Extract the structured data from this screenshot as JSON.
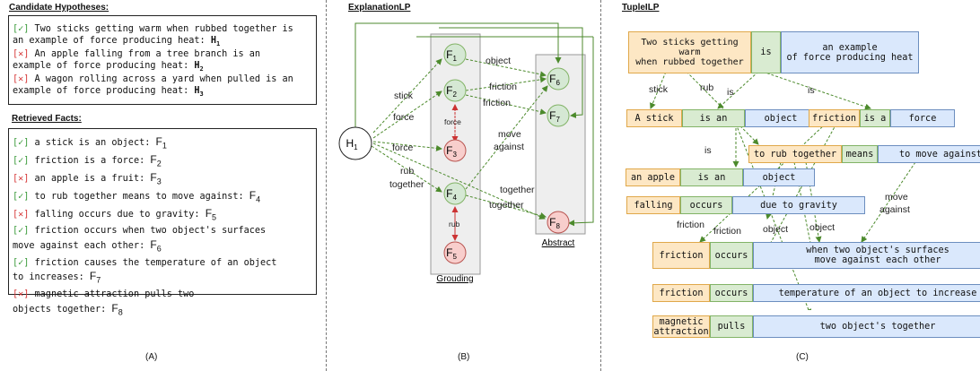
{
  "panel_a": {
    "hyp_title": "Candidate Hypotheses:",
    "facts_title": "Retrieved Facts:",
    "label": "(A)",
    "hypotheses": [
      {
        "mark": "[✓]",
        "status": "ok",
        "line1": " Two sticks getting warm when rubbed together is",
        "line2": "an example of force producing heat: ",
        "tag": "H",
        "sub": "1"
      },
      {
        "mark": "[✕]",
        "status": "bad",
        "line1": " An apple falling from a tree branch is an",
        "line2": "example of force producing heat: ",
        "tag": "H",
        "sub": "2"
      },
      {
        "mark": "[✕]",
        "status": "bad",
        "line1": " A wagon rolling across a yard when pulled is an",
        "line2": "example of force producing heat: ",
        "tag": "H",
        "sub": "3"
      }
    ],
    "facts": [
      {
        "mark": "[✓]",
        "status": "ok",
        "text": " a stick is an object: ",
        "tag": "F",
        "sub": "1"
      },
      {
        "mark": "[✓]",
        "status": "ok",
        "text": " friction is a force: ",
        "tag": "F",
        "sub": "2"
      },
      {
        "mark": "[✕]",
        "status": "bad",
        "text": " an apple is a fruit: ",
        "tag": "F",
        "sub": "3"
      },
      {
        "mark": "[✓]",
        "status": "ok",
        "text": " to rub together means to move against: ",
        "tag": "F",
        "sub": "4"
      },
      {
        "mark": "[✕]",
        "status": "bad",
        "text": " falling occurs due to gravity: ",
        "tag": "F",
        "sub": "5"
      },
      {
        "mark": "[✓]",
        "status": "ok",
        "text": " friction occurs when two object's surfaces",
        "cont": "move against each other: ",
        "tag": "F",
        "sub": "6"
      },
      {
        "mark": "[✓]",
        "status": "ok",
        "text": " friction causes the temperature of an object",
        "cont": "to increases: ",
        "tag": "F",
        "sub": "7"
      },
      {
        "mark": "[✕]",
        "status": "bad",
        "text": " magnetic attraction pulls two",
        "cont": "objects together: ",
        "tag": "F",
        "sub": "8"
      }
    ]
  },
  "panel_b": {
    "title": "ExplanationLP",
    "label": "(B)",
    "grounding_label": "Grouding",
    "abstract_label": "Abstract",
    "hypothesis_node": {
      "tag": "H",
      "sub": "1"
    },
    "fact_nodes": [
      {
        "tag": "F",
        "sub": "1",
        "status": "ok"
      },
      {
        "tag": "F",
        "sub": "2",
        "status": "ok"
      },
      {
        "tag": "F",
        "sub": "3",
        "status": "bad"
      },
      {
        "tag": "F",
        "sub": "4",
        "status": "ok"
      },
      {
        "tag": "F",
        "sub": "5",
        "status": "bad"
      },
      {
        "tag": "F",
        "sub": "6",
        "status": "ok"
      },
      {
        "tag": "F",
        "sub": "7",
        "status": "ok"
      },
      {
        "tag": "F",
        "sub": "8",
        "status": "bad"
      }
    ],
    "edge_labels": {
      "stick": "stick",
      "force": "force",
      "force2": "force",
      "rub": "rub",
      "together": "together",
      "object": "object",
      "friction1": "friction",
      "friction2": "friction",
      "force_vert": "force",
      "move": "move",
      "against": "against",
      "together2": "together",
      "together3": "together",
      "rub_vert": "rub"
    }
  },
  "panel_c": {
    "title": "TupleILP",
    "label": "(C)",
    "hypothesis": {
      "subject": [
        "Two sticks getting",
        "warm",
        "when rubbed together"
      ],
      "verb": "is",
      "object": [
        "an example",
        "of force producing heat"
      ]
    },
    "tuples": [
      {
        "s": "A stick",
        "v": "is an",
        "o": "object"
      },
      {
        "s": "friction",
        "v": "is a",
        "o": "force"
      },
      {
        "s": "to rub together",
        "v": "means",
        "o": "to move against"
      },
      {
        "s": "an apple",
        "v": "is an",
        "o": "object"
      },
      {
        "s": "falling",
        "v": "occurs",
        "o": "due to gravity"
      },
      {
        "s": "friction",
        "v": "occurs",
        "o": "when two object's surfaces",
        "o2": "move against each other"
      },
      {
        "s": "friction",
        "v": "occurs",
        "o": "temperature of an object to increase"
      },
      {
        "s": "magnetic",
        "s2": "attraction",
        "v": "pulls",
        "o": "two object's together"
      }
    ],
    "edge_labels": {
      "stick": "stick",
      "rub": "rub",
      "is1": "is",
      "is2": "is",
      "is3": "is",
      "friction1": "friction",
      "friction2": "friction",
      "object1": "object",
      "object2": "object",
      "move": "move",
      "against": "against"
    }
  },
  "colors": {
    "ok": "#3b9b3b",
    "bad": "#d63838",
    "green_fill": "#d5e8d4",
    "green_stroke": "#82b366",
    "red_fill": "#f8cecc",
    "red_stroke": "#b85450",
    "edge": "#4c8a2c"
  }
}
